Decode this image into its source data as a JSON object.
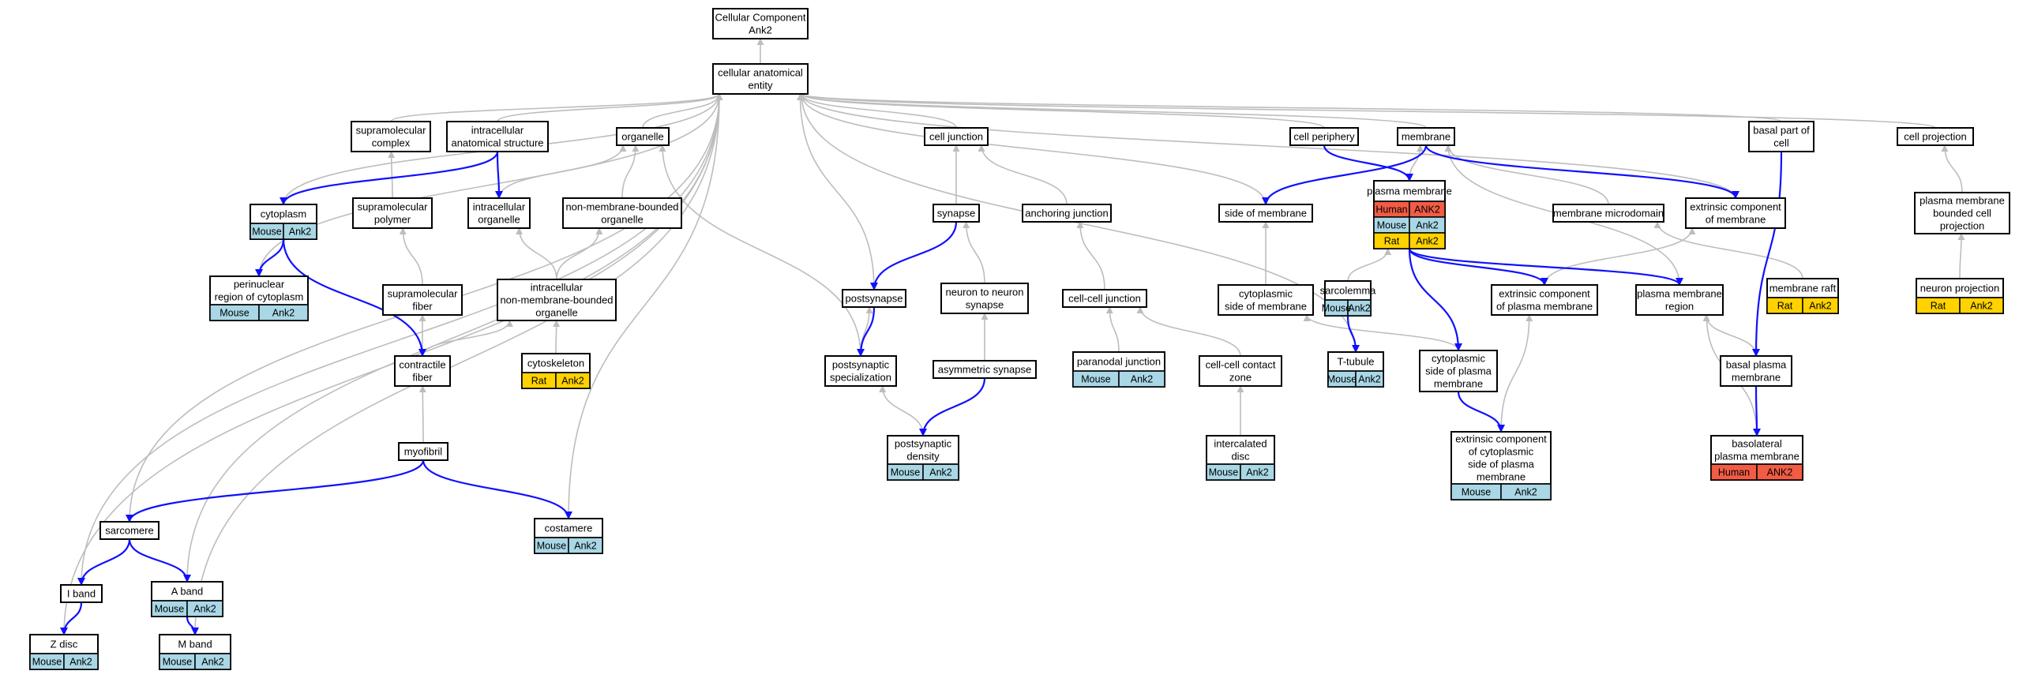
{
  "colors": {
    "Mouse": "#a9d7e6",
    "Rat": "#ffd200",
    "Human": "#f25c45",
    "is_a_edge": "#bdbdbd",
    "part_of_edge": "#1010ff"
  },
  "nodes": [
    {
      "id": "root",
      "lines": [
        "Cellular Component",
        "Ank2"
      ]
    },
    {
      "id": "cae",
      "lines": [
        "cellular anatomical",
        "entity"
      ]
    },
    {
      "id": "supcomplex",
      "lines": [
        "supramolecular",
        "complex"
      ]
    },
    {
      "id": "ias",
      "lines": [
        "intracellular",
        "anatomical structure"
      ]
    },
    {
      "id": "organelle",
      "lines": [
        "organelle"
      ]
    },
    {
      "id": "celljunction",
      "lines": [
        "cell junction"
      ]
    },
    {
      "id": "cellperiphery",
      "lines": [
        "cell periphery"
      ]
    },
    {
      "id": "membrane",
      "lines": [
        "membrane"
      ]
    },
    {
      "id": "basalpart",
      "lines": [
        "basal part of",
        "cell"
      ]
    },
    {
      "id": "cellprojection",
      "lines": [
        "cell projection"
      ]
    },
    {
      "id": "cytoplasm",
      "lines": [
        "cytoplasm"
      ],
      "annotations": [
        {
          "species": "Mouse",
          "gene": "Ank2"
        }
      ]
    },
    {
      "id": "suppolymer",
      "lines": [
        "supramolecular",
        "polymer"
      ]
    },
    {
      "id": "intraorg",
      "lines": [
        "intracellular",
        "organelle"
      ]
    },
    {
      "id": "nmbo",
      "lines": [
        "non-membrane-bounded",
        "organelle"
      ]
    },
    {
      "id": "synapse",
      "lines": [
        "synapse"
      ]
    },
    {
      "id": "anchoring",
      "lines": [
        "anchoring junction"
      ]
    },
    {
      "id": "sideofmem",
      "lines": [
        "side of membrane"
      ]
    },
    {
      "id": "plasmamem",
      "lines": [
        "plasma membrane"
      ],
      "annotations": [
        {
          "species": "Human",
          "gene": "ANK2"
        },
        {
          "species": "Mouse",
          "gene": "Ank2"
        },
        {
          "species": "Rat",
          "gene": "Ank2"
        }
      ]
    },
    {
      "id": "memmicro",
      "lines": [
        "membrane microdomain"
      ]
    },
    {
      "id": "extcompmem",
      "lines": [
        "extrinsic component",
        "of membrane"
      ]
    },
    {
      "id": "pmbcp",
      "lines": [
        "plasma membrane",
        "bounded cell",
        "projection"
      ]
    },
    {
      "id": "perinuclear",
      "lines": [
        "perinuclear",
        "region of cytoplasm"
      ],
      "annotations": [
        {
          "species": "Mouse",
          "gene": "Ank2"
        }
      ]
    },
    {
      "id": "supfiber",
      "lines": [
        "supramolecular",
        "fiber"
      ]
    },
    {
      "id": "inmbo",
      "lines": [
        "intracellular",
        "non-membrane-bounded",
        "organelle"
      ]
    },
    {
      "id": "postsynapse",
      "lines": [
        "postsynapse"
      ]
    },
    {
      "id": "n2n",
      "lines": [
        "neuron to neuron",
        "synapse"
      ]
    },
    {
      "id": "cellcell",
      "lines": [
        "cell-cell junction"
      ]
    },
    {
      "id": "cytosidemem",
      "lines": [
        "cytoplasmic",
        "side of membrane"
      ]
    },
    {
      "id": "sarcolemma",
      "lines": [
        "sarcolemma"
      ],
      "annotations": [
        {
          "species": "Mouse",
          "gene": "Ank2"
        }
      ]
    },
    {
      "id": "extcomppm",
      "lines": [
        "extrinsic component",
        "of plasma membrane"
      ]
    },
    {
      "id": "pmregion",
      "lines": [
        "plasma membrane",
        "region"
      ]
    },
    {
      "id": "memraft",
      "lines": [
        "membrane raft"
      ],
      "annotations": [
        {
          "species": "Rat",
          "gene": "Ank2"
        }
      ]
    },
    {
      "id": "neuronproj",
      "lines": [
        "neuron projection"
      ],
      "annotations": [
        {
          "species": "Rat",
          "gene": "Ank2"
        }
      ]
    },
    {
      "id": "contractile",
      "lines": [
        "contractile",
        "fiber"
      ]
    },
    {
      "id": "cytoskeleton",
      "lines": [
        "cytoskeleton"
      ],
      "annotations": [
        {
          "species": "Rat",
          "gene": "Ank2"
        }
      ]
    },
    {
      "id": "pss",
      "lines": [
        "postsynaptic",
        "specialization"
      ]
    },
    {
      "id": "asymsyn",
      "lines": [
        "asymmetric synapse"
      ]
    },
    {
      "id": "paranodal",
      "lines": [
        "paranodal junction"
      ],
      "annotations": [
        {
          "species": "Mouse",
          "gene": "Ank2"
        }
      ]
    },
    {
      "id": "cellcontact",
      "lines": [
        "cell-cell contact",
        "zone"
      ]
    },
    {
      "id": "ttubule",
      "lines": [
        "T-tubule"
      ],
      "annotations": [
        {
          "species": "Mouse",
          "gene": "Ank2"
        }
      ]
    },
    {
      "id": "cytosidepm",
      "lines": [
        "cytoplasmic",
        "side of plasma",
        "membrane"
      ]
    },
    {
      "id": "basalpm",
      "lines": [
        "basal plasma",
        "membrane"
      ]
    },
    {
      "id": "myofibril",
      "lines": [
        "myofibril"
      ]
    },
    {
      "id": "psd",
      "lines": [
        "postsynaptic",
        "density"
      ],
      "annotations": [
        {
          "species": "Mouse",
          "gene": "Ank2"
        }
      ]
    },
    {
      "id": "intercalated",
      "lines": [
        "intercalated",
        "disc"
      ],
      "annotations": [
        {
          "species": "Mouse",
          "gene": "Ank2"
        }
      ]
    },
    {
      "id": "ecpcsm",
      "lines": [
        "extrinsic component",
        "of cytoplasmic",
        "side of plasma",
        "membrane"
      ],
      "annotations": [
        {
          "species": "Mouse",
          "gene": "Ank2"
        }
      ]
    },
    {
      "id": "basolateral",
      "lines": [
        "basolateral",
        "plasma membrane"
      ],
      "annotations": [
        {
          "species": "Human",
          "gene": "ANK2"
        }
      ]
    },
    {
      "id": "sarcomere",
      "lines": [
        "sarcomere"
      ]
    },
    {
      "id": "costamere",
      "lines": [
        "costamere"
      ],
      "annotations": [
        {
          "species": "Mouse",
          "gene": "Ank2"
        }
      ]
    },
    {
      "id": "iband",
      "lines": [
        "I band"
      ]
    },
    {
      "id": "aband",
      "lines": [
        "A band"
      ],
      "annotations": [
        {
          "species": "Mouse",
          "gene": "Ank2"
        }
      ]
    },
    {
      "id": "zdisc",
      "lines": [
        "Z disc"
      ],
      "annotations": [
        {
          "species": "Mouse",
          "gene": "Ank2"
        }
      ]
    },
    {
      "id": "mband",
      "lines": [
        "M band"
      ],
      "annotations": [
        {
          "species": "Mouse",
          "gene": "Ank2"
        }
      ]
    }
  ],
  "edges": [
    {
      "from": "cae",
      "to": "root",
      "type": "is_a"
    },
    {
      "from": "supcomplex",
      "to": "cae",
      "type": "is_a"
    },
    {
      "from": "ias",
      "to": "cae",
      "type": "is_a"
    },
    {
      "from": "organelle",
      "to": "cae",
      "type": "is_a"
    },
    {
      "from": "celljunction",
      "to": "cae",
      "type": "is_a"
    },
    {
      "from": "cellperiphery",
      "to": "cae",
      "type": "is_a"
    },
    {
      "from": "membrane",
      "to": "cae",
      "type": "is_a"
    },
    {
      "from": "basalpart",
      "to": "cae",
      "type": "is_a"
    },
    {
      "from": "cellprojection",
      "to": "cae",
      "type": "is_a"
    },
    {
      "from": "cytoplasm",
      "to": "cae",
      "type": "is_a"
    },
    {
      "from": "perinuclear",
      "to": "cae",
      "type": "is_a"
    },
    {
      "from": "sarcomere",
      "to": "cae",
      "type": "is_a"
    },
    {
      "from": "iband",
      "to": "cae",
      "type": "is_a"
    },
    {
      "from": "aband",
      "to": "cae",
      "type": "is_a"
    },
    {
      "from": "zdisc",
      "to": "cae",
      "type": "is_a"
    },
    {
      "from": "mband",
      "to": "cae",
      "type": "is_a"
    },
    {
      "from": "costamere",
      "to": "cae",
      "type": "is_a"
    },
    {
      "from": "postsynapse",
      "to": "cae",
      "type": "is_a"
    },
    {
      "from": "sideofmem",
      "to": "cae",
      "type": "is_a"
    },
    {
      "from": "ttubule",
      "to": "cae",
      "type": "is_a"
    },
    {
      "from": "extcompmem",
      "to": "cae",
      "type": "is_a"
    },
    {
      "from": "suppolymer",
      "to": "supcomplex",
      "type": "is_a"
    },
    {
      "from": "intraorg",
      "to": "organelle",
      "type": "is_a"
    },
    {
      "from": "nmbo",
      "to": "organelle",
      "type": "is_a"
    },
    {
      "from": "synapse",
      "to": "celljunction",
      "type": "is_a"
    },
    {
      "from": "anchoring",
      "to": "celljunction",
      "type": "is_a"
    },
    {
      "from": "plasmamem",
      "to": "membrane",
      "type": "is_a"
    },
    {
      "from": "memmicro",
      "to": "membrane",
      "type": "is_a"
    },
    {
      "from": "pmregion",
      "to": "membrane",
      "type": "is_a"
    },
    {
      "from": "pmbcp",
      "to": "cellprojection",
      "type": "is_a"
    },
    {
      "from": "supfiber",
      "to": "suppolymer",
      "type": "is_a"
    },
    {
      "from": "inmbo",
      "to": "intraorg",
      "type": "is_a"
    },
    {
      "from": "inmbo",
      "to": "nmbo",
      "type": "is_a"
    },
    {
      "from": "pss",
      "to": "organelle",
      "type": "is_a"
    },
    {
      "from": "n2n",
      "to": "synapse",
      "type": "is_a"
    },
    {
      "from": "cellcell",
      "to": "anchoring",
      "type": "is_a"
    },
    {
      "from": "cytosidemem",
      "to": "sideofmem",
      "type": "is_a"
    },
    {
      "from": "sarcolemma",
      "to": "plasmamem",
      "type": "is_a"
    },
    {
      "from": "extcomppm",
      "to": "extcompmem",
      "type": "is_a"
    },
    {
      "from": "memraft",
      "to": "memmicro",
      "type": "is_a"
    },
    {
      "from": "neuronproj",
      "to": "pmbcp",
      "type": "is_a"
    },
    {
      "from": "contractile",
      "to": "supfiber",
      "type": "is_a"
    },
    {
      "from": "contractile",
      "to": "inmbo",
      "type": "is_a"
    },
    {
      "from": "cytoskeleton",
      "to": "inmbo",
      "type": "is_a"
    },
    {
      "from": "pss",
      "to": "postsynapse",
      "type": "is_a"
    },
    {
      "from": "asymsyn",
      "to": "n2n",
      "type": "is_a"
    },
    {
      "from": "paranodal",
      "to": "cellcell",
      "type": "is_a"
    },
    {
      "from": "cellcontact",
      "to": "cellcell",
      "type": "is_a"
    },
    {
      "from": "cytosidepm",
      "to": "cytosidemem",
      "type": "is_a"
    },
    {
      "from": "basalpm",
      "to": "pmregion",
      "type": "is_a"
    },
    {
      "from": "myofibril",
      "to": "contractile",
      "type": "is_a"
    },
    {
      "from": "psd",
      "to": "pss",
      "type": "is_a"
    },
    {
      "from": "intercalated",
      "to": "cellcontact",
      "type": "is_a"
    },
    {
      "from": "ecpcsm",
      "to": "extcomppm",
      "type": "is_a"
    },
    {
      "from": "basolateral",
      "to": "pmregion",
      "type": "is_a"
    },
    {
      "from": "ias",
      "to": "cytoplasm",
      "type": "part_of"
    },
    {
      "from": "ias",
      "to": "intraorg",
      "type": "part_of"
    },
    {
      "from": "cellperiphery",
      "to": "plasmamem",
      "type": "part_of"
    },
    {
      "from": "membrane",
      "to": "sideofmem",
      "type": "part_of"
    },
    {
      "from": "membrane",
      "to": "extcompmem",
      "type": "part_of"
    },
    {
      "from": "basalpart",
      "to": "basalpm",
      "type": "part_of"
    },
    {
      "from": "cytoplasm",
      "to": "perinuclear",
      "type": "part_of"
    },
    {
      "from": "cytoplasm",
      "to": "contractile",
      "type": "part_of"
    },
    {
      "from": "synapse",
      "to": "postsynapse",
      "type": "part_of"
    },
    {
      "from": "plasmamem",
      "to": "extcomppm",
      "type": "part_of"
    },
    {
      "from": "plasmamem",
      "to": "pmregion",
      "type": "part_of"
    },
    {
      "from": "plasmamem",
      "to": "cytosidepm",
      "type": "part_of"
    },
    {
      "from": "sarcolemma",
      "to": "ttubule",
      "type": "part_of"
    },
    {
      "from": "postsynapse",
      "to": "pss",
      "type": "part_of"
    },
    {
      "from": "asymsyn",
      "to": "psd",
      "type": "part_of"
    },
    {
      "from": "cytosidepm",
      "to": "ecpcsm",
      "type": "part_of"
    },
    {
      "from": "basalpm",
      "to": "basolateral",
      "type": "part_of"
    },
    {
      "from": "myofibril",
      "to": "sarcomere",
      "type": "part_of"
    },
    {
      "from": "myofibril",
      "to": "costamere",
      "type": "part_of"
    },
    {
      "from": "sarcomere",
      "to": "iband",
      "type": "part_of"
    },
    {
      "from": "sarcomere",
      "to": "aband",
      "type": "part_of"
    },
    {
      "from": "iband",
      "to": "zdisc",
      "type": "part_of"
    },
    {
      "from": "aband",
      "to": "mband",
      "type": "part_of"
    }
  ]
}
